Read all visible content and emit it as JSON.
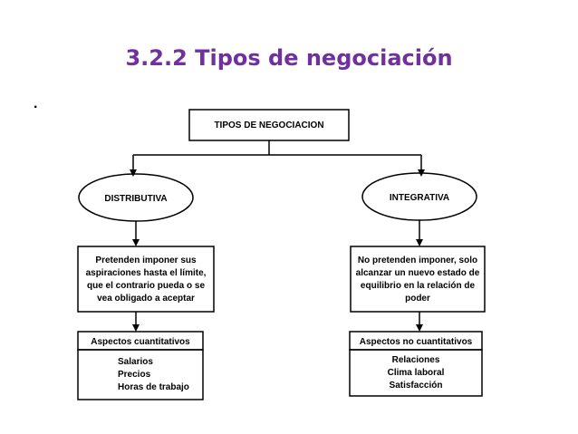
{
  "title": "3.2.2 Tipos de negociación",
  "bullet": ".",
  "diagram": {
    "root": "TIPOS DE NEGOCIACION",
    "left": {
      "type": "DISTRIBUTIVA",
      "description": [
        "Pretenden imponer sus",
        "aspiraciones hasta el límite,",
        "que el contrario pueda o se",
        "vea obligado a aceptar"
      ],
      "aspects_title": "Aspectos cuantitativos",
      "aspects": [
        "Salarios",
        "Precios",
        "Horas de trabajo"
      ]
    },
    "right": {
      "type": "INTEGRATIVA",
      "description": [
        "No pretenden imponer, solo",
        "alcanzar un nuevo estado de",
        "equilibrio en la relación de",
        "poder"
      ],
      "aspects_title": "Aspectos no cuantitativos",
      "aspects": [
        "Relaciones",
        "Clima laboral",
        "Satisfacción"
      ]
    }
  }
}
